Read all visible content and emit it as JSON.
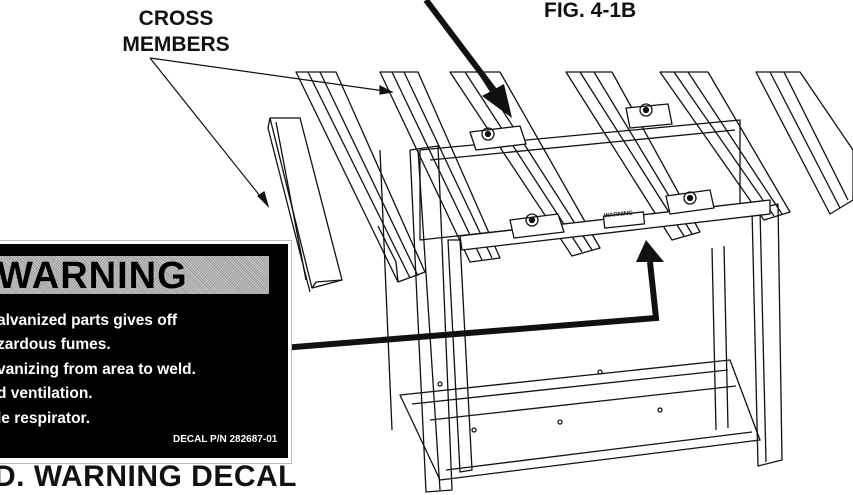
{
  "labels": {
    "cross_members_line1": "CROSS",
    "cross_members_line2": "MEMBERS",
    "figure": "FIG. 4-1B",
    "decal_caption": "D. WARNING DECAL"
  },
  "decal": {
    "heading": "WARNING",
    "lines": [
      "alvanized parts gives off",
      "zardous fumes.",
      "vanizing from area to weld.",
      "d ventilation.",
      "le respirator."
    ],
    "part_number": "DECAL P/N 282687-01",
    "small_tag": "WARNING"
  }
}
